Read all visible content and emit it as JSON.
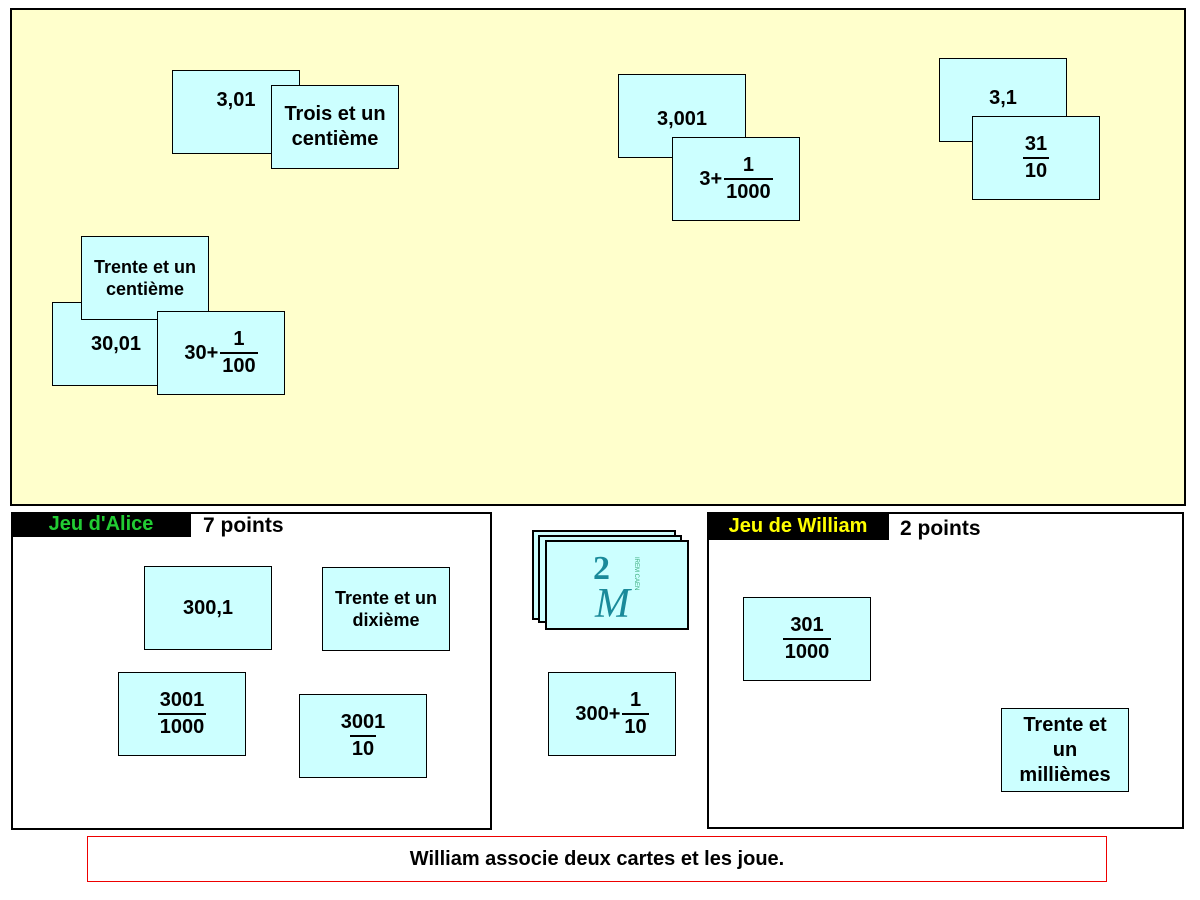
{
  "board": {
    "cards": [
      {
        "text": "3,01"
      },
      {
        "text": "Trois et un centième"
      },
      {
        "text": "3,001"
      },
      {
        "whole": "3+",
        "num": "1",
        "den": "1000"
      },
      {
        "text": "3,1"
      },
      {
        "num": "31",
        "den": "10"
      },
      {
        "text": "30,01"
      },
      {
        "text": "Trente et un centième"
      },
      {
        "whole": "30+",
        "num": "1",
        "den": "100"
      }
    ]
  },
  "alice": {
    "title": "Jeu d'Alice",
    "points": "7 points",
    "title_color": "#22cc33",
    "cards": [
      {
        "text": "300,1"
      },
      {
        "text": "Trente et un dixième"
      },
      {
        "num": "3001",
        "den": "1000"
      },
      {
        "num": "3001",
        "den": "10"
      }
    ]
  },
  "deck": {
    "logo_text": "IREM CAEN",
    "logo_icon": "2M-logo"
  },
  "played": {
    "whole": "300+",
    "num": "1",
    "den": "10"
  },
  "william": {
    "title": "Jeu de William",
    "points": "2 points",
    "title_color": "#ffff00",
    "cards": [
      {
        "num": "301",
        "den": "1000"
      },
      {
        "text": "Trente et un millièmes"
      }
    ]
  },
  "message": "William associe deux cartes et les joue."
}
